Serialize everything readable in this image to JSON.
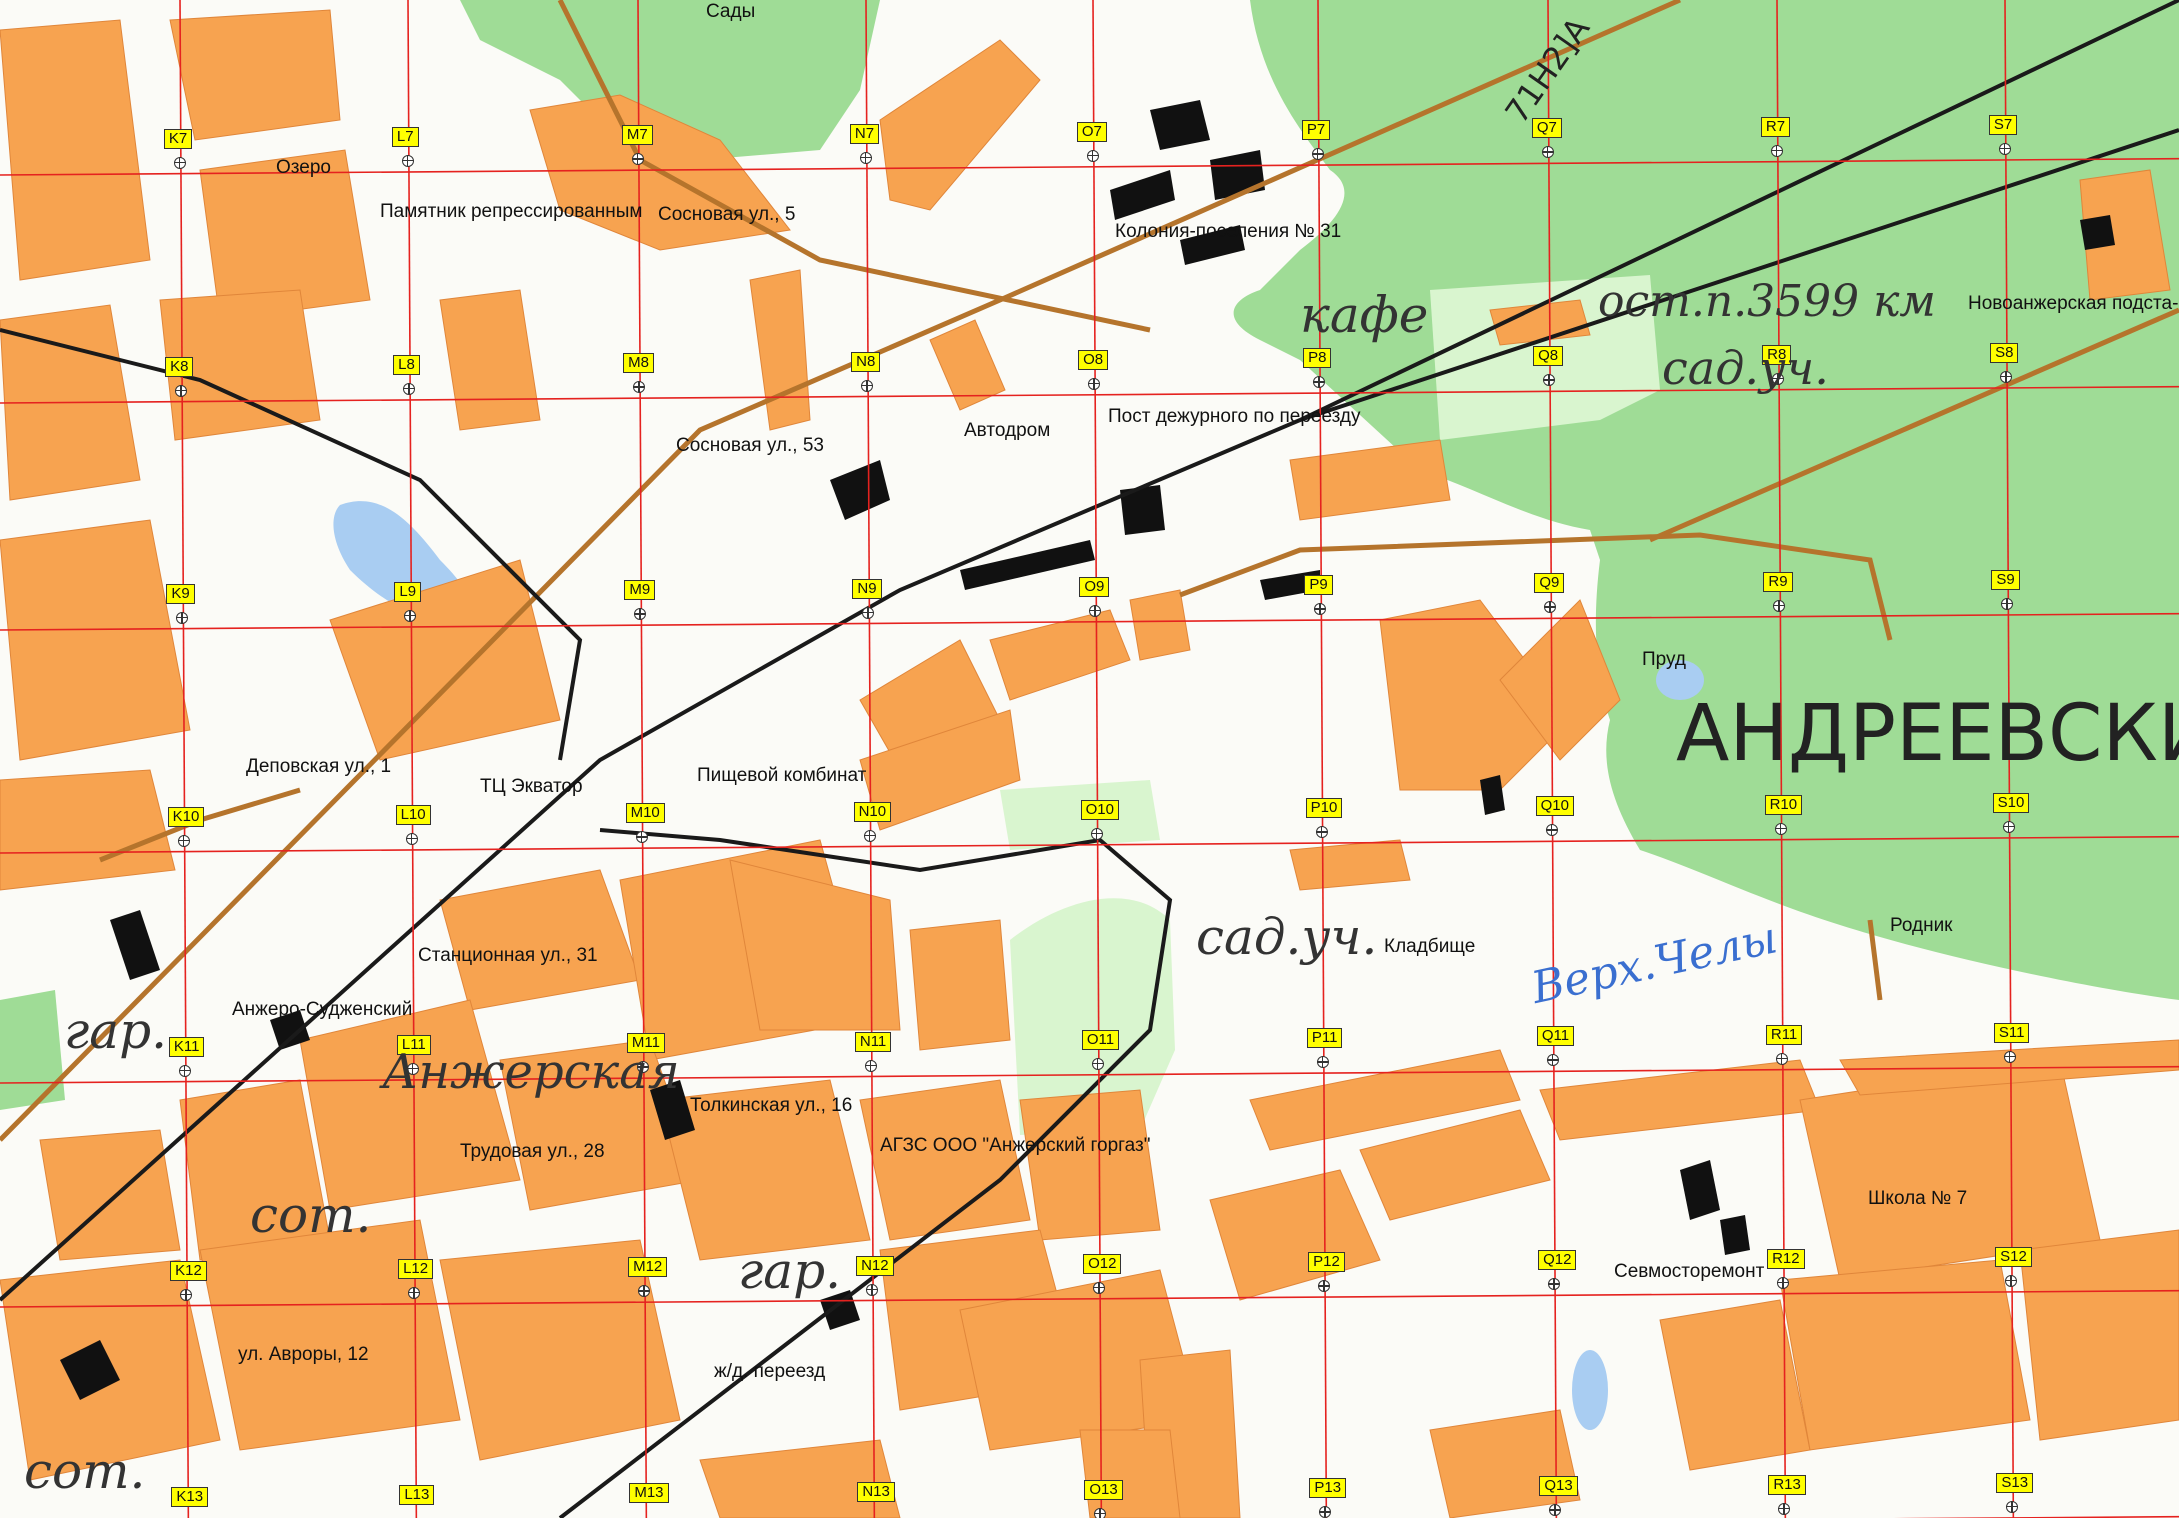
{
  "colors": {
    "background": "#fbfbf7",
    "block": "#f7a350",
    "block_edge": "#e0863a",
    "forest": "#9fdc96",
    "garden": "#d9f5cf",
    "water": "#a9cdf2",
    "road": "#b5742c",
    "rail": "#1a1a1a",
    "grid": "#e5221f",
    "cell_fill": "#ffff00",
    "building": "#111111"
  },
  "grid": {
    "columns": [
      "K",
      "L",
      "M",
      "N",
      "O",
      "P",
      "Q",
      "R",
      "S"
    ],
    "rows": [
      7,
      8,
      9,
      10,
      11,
      12,
      13
    ]
  },
  "labels": [
    {
      "name": "poi-sady",
      "text": "Сады"
    },
    {
      "name": "poi-ozero",
      "text": "Озеро"
    },
    {
      "name": "poi-pamyatnik",
      "text": "Памятник репрессированным"
    },
    {
      "name": "poi-sosnovaya-5",
      "text": "Сосновая ул., 5"
    },
    {
      "name": "poi-koloniya",
      "text": "Колония-поселения № 31"
    },
    {
      "name": "poi-sosnovaya-53",
      "text": "Сосновая ул., 53"
    },
    {
      "name": "poi-avtodrom",
      "text": "Автодром"
    },
    {
      "name": "poi-post",
      "text": "Пост дежурного по переезду"
    },
    {
      "name": "poi-novoanzherskaya",
      "text": "Новоанжерская подста-"
    },
    {
      "name": "poi-prud",
      "text": "Пруд"
    },
    {
      "name": "poi-depovskaya",
      "text": "Деповская ул., 1"
    },
    {
      "name": "poi-tc-ekvator",
      "text": "ТЦ Экватор"
    },
    {
      "name": "poi-pishchevoy",
      "text": "Пищевой комбинат"
    },
    {
      "name": "poi-kladbishche",
      "text": "Кладбище"
    },
    {
      "name": "poi-rodnik",
      "text": "Родник"
    },
    {
      "name": "poi-stantsionnaya",
      "text": "Станционная ул., 31"
    },
    {
      "name": "poi-anzhero-sudzhenskiy",
      "text": "Анжеро-Судженский"
    },
    {
      "name": "poi-tolkinskaya",
      "text": "Толкинская ул., 16"
    },
    {
      "name": "poi-trudovaya",
      "text": "Трудовая ул., 28"
    },
    {
      "name": "poi-agzs",
      "text": "АГЗС ООО \"Анжерский горгаз\""
    },
    {
      "name": "poi-shkola",
      "text": "Школа № 7"
    },
    {
      "name": "poi-sevmostoremont",
      "text": "Севмосторемонт"
    },
    {
      "name": "poi-avrory",
      "text": "ул. Авроры, 12"
    },
    {
      "name": "poi-pereezd",
      "text": "ж/д. переезд"
    }
  ],
  "map_text": [
    {
      "name": "map-kafe",
      "text": "кафе"
    },
    {
      "name": "map-ostanovka",
      "text": "ост.п.3599 км"
    },
    {
      "name": "map-sad-uch-1",
      "text": "сад.уч."
    },
    {
      "name": "map-andreevskiy",
      "text": "АНДРЕЕВСКИЙ"
    },
    {
      "name": "map-sad-uch-2",
      "text": "сад.уч."
    },
    {
      "name": "map-verkh-chely",
      "text": "Верх.Челы"
    },
    {
      "name": "map-gar-1",
      "text": "гар."
    },
    {
      "name": "map-anzherskaya",
      "text": "Анжерская"
    },
    {
      "name": "map-sot-1",
      "text": "сот."
    },
    {
      "name": "map-gar-2",
      "text": "гар."
    },
    {
      "name": "map-sot-2",
      "text": "сот."
    },
    {
      "name": "map-road-number",
      "text": "71Н2]А"
    }
  ]
}
